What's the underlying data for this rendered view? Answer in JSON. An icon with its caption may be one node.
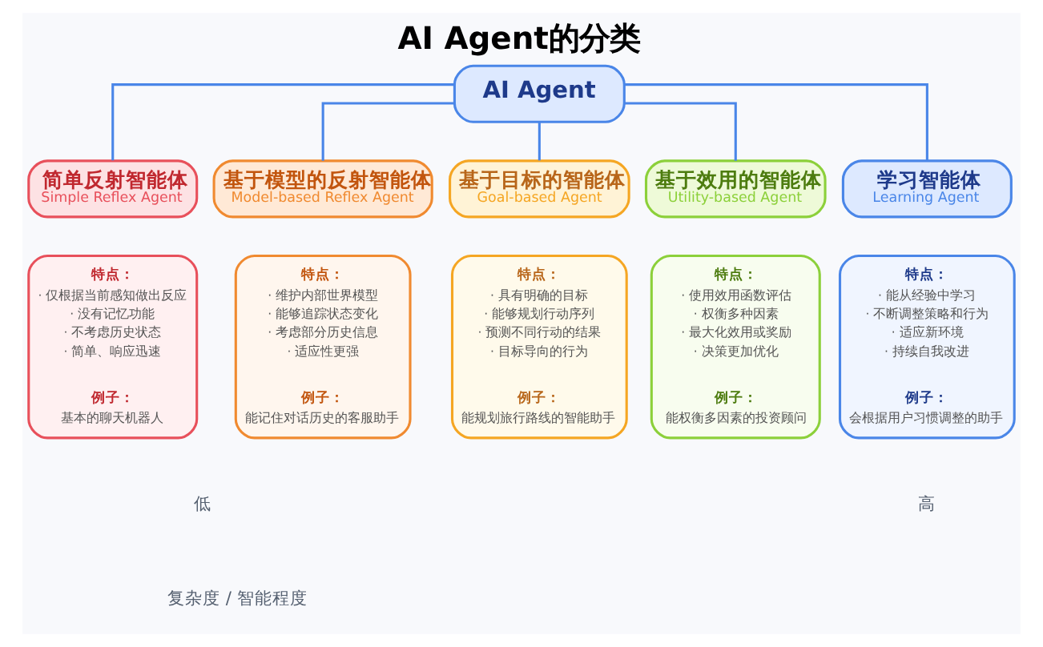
{
  "diagram": {
    "title": "AI Agent的分类",
    "nodes": [
      {
        "text": [
          "AI Agent"
        ]
      },
      {
        "text": [
          "简单反射智能体",
          "Simple Reflex Agent"
        ]
      },
      {
        "text": [
          "基于模型的反射智能体",
          "Model-based Reflex Agent"
        ]
      },
      {
        "text": [
          "基于目标的智能体",
          "Goal-based Agent"
        ]
      },
      {
        "text": [
          "基于效用的智能体",
          "Utility-based Agent"
        ]
      },
      {
        "text": [
          "学习智能体",
          "Learning Agent"
        ]
      },
      {
        "text": [
          "特点：",
          "· 仅根据当前感知做出反应",
          "· 没有记忆功能",
          "· 不考虑历史状态",
          "· 简单、响应迅速",
          "例子：",
          "基本的聊天机器人"
        ]
      },
      {
        "text": [
          "特点：",
          "· 维护内部世界模型",
          "· 能够追踪状态变化",
          "· 考虑部分历史信息",
          "· 适应性更强",
          "例子：",
          "能记住对话历史的客服助手"
        ]
      },
      {
        "text": [
          "特点：",
          "· 具有明确的目标",
          "· 能够规划行动序列",
          "· 预测不同行动的结果",
          "· 目标导向的行为",
          "例子：",
          "能规划旅行路线的智能助手"
        ]
      },
      {
        "text": [
          "特点：",
          "· 使用效用函数评估",
          "· 权衡多种因素",
          "· 最大化效用或奖励",
          "· 决策更加优化",
          "例子：",
          "能权衡多因素的投资顾问"
        ]
      },
      {
        "text": [
          "特点：",
          "· 能从经验中学习",
          "· 不断调整策略和行为",
          "· 适应新环境",
          "· 持续自我改进",
          "例子：",
          "会根据用户习惯调整的助手"
        ]
      }
    ],
    "edges": [
      {
        "from": 0,
        "to": 1,
        "arrow": "none"
      },
      {
        "from": 0,
        "to": 2,
        "arrow": "none"
      },
      {
        "from": 0,
        "to": 3,
        "arrow": "none"
      },
      {
        "from": 0,
        "to": 4,
        "arrow": "none"
      },
      {
        "from": 0,
        "to": 5,
        "arrow": "none"
      }
    ],
    "labels": [
      "低",
      "高",
      "复杂度 / 智能程度"
    ]
  }
}
